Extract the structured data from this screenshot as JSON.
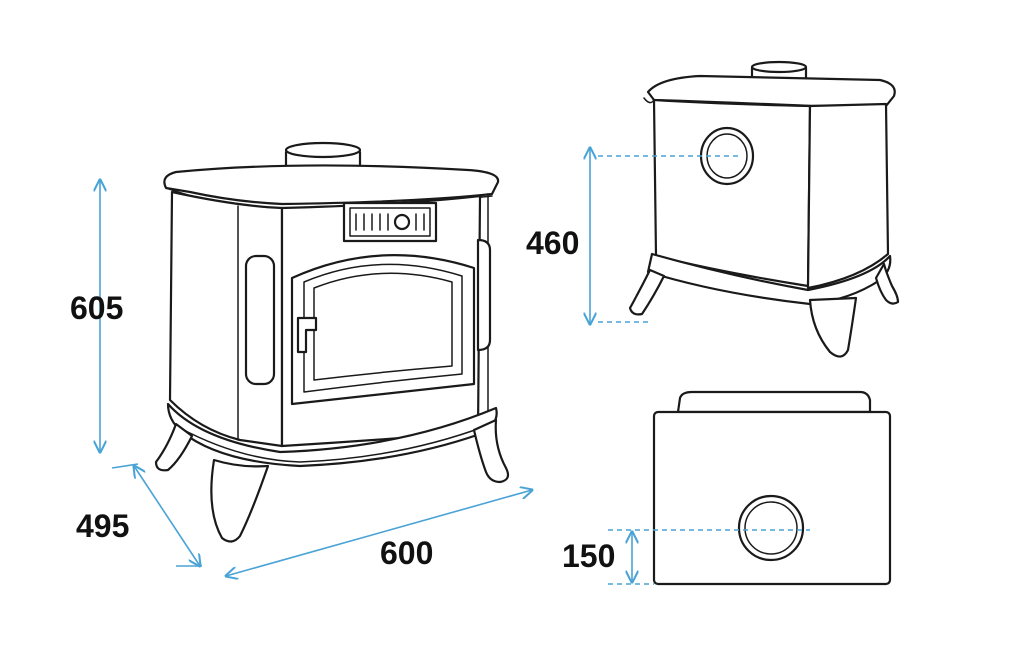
{
  "colors": {
    "outline": "#1a1a1a",
    "dimension": "#4aa3d6",
    "label": "#111111",
    "background": "#ffffff"
  },
  "dimensions": {
    "height": "605",
    "depth": "495",
    "width": "600",
    "rear_flue_height": "460",
    "bottom_flue_offset": "150"
  }
}
